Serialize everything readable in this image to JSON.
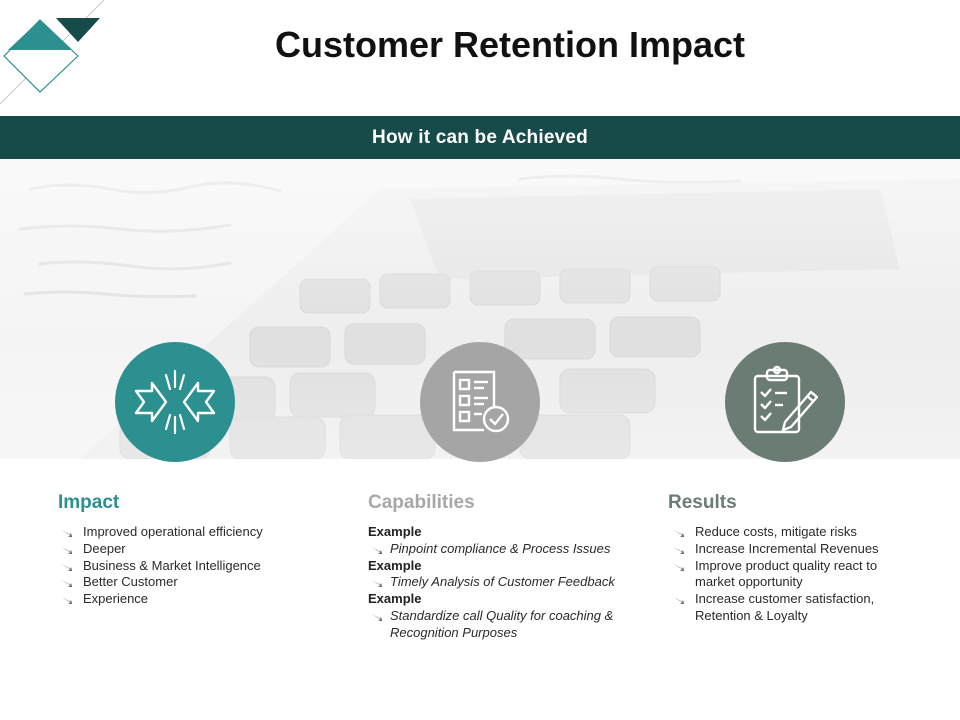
{
  "title": "Customer Retention Impact",
  "banner": "How it can be Achieved",
  "colors": {
    "banner_bg": "#174b4a",
    "teal": "#2d9090",
    "gray": "#a5a5a5",
    "sage": "#6a7c73"
  },
  "columns": [
    {
      "heading": "Impact",
      "icon": "arrows-inward-icon",
      "items": [
        "Improved operational efficiency",
        "Deeper",
        "Business & Market Intelligence",
        "Better Customer",
        "Experience"
      ]
    },
    {
      "heading": "Capabilities",
      "icon": "checklist-document-icon",
      "groups": [
        {
          "label": "Example",
          "items": [
            "Pinpoint compliance & Process Issues"
          ]
        },
        {
          "label": "Example",
          "items": [
            "Timely Analysis of Customer Feedback"
          ]
        },
        {
          "label": "Example",
          "items": [
            "Standardize call Quality for coaching & Recognition Purposes"
          ]
        }
      ]
    },
    {
      "heading": "Results",
      "icon": "clipboard-pen-icon",
      "items": [
        "Reduce costs, mitigate risks",
        "Increase Incremental Revenues",
        "Improve product quality react to market opportunity",
        "Increase customer satisfaction, Retention & Loyalty"
      ]
    }
  ]
}
